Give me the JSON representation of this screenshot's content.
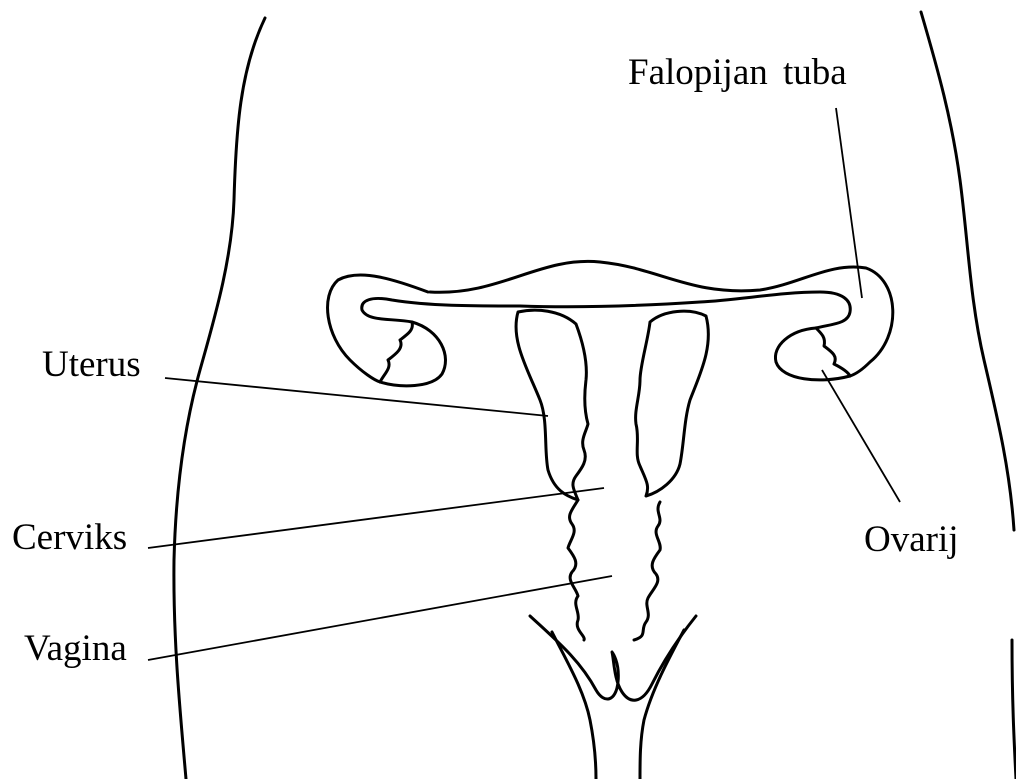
{
  "labels": {
    "fallopian_tube": "Falopijan tuba",
    "uterus": "Uterus",
    "cervix": "Cerviks",
    "vagina": "Vagina",
    "ovary": "Ovarij"
  },
  "colors": {
    "line": "#000000",
    "background": "#ffffff"
  }
}
